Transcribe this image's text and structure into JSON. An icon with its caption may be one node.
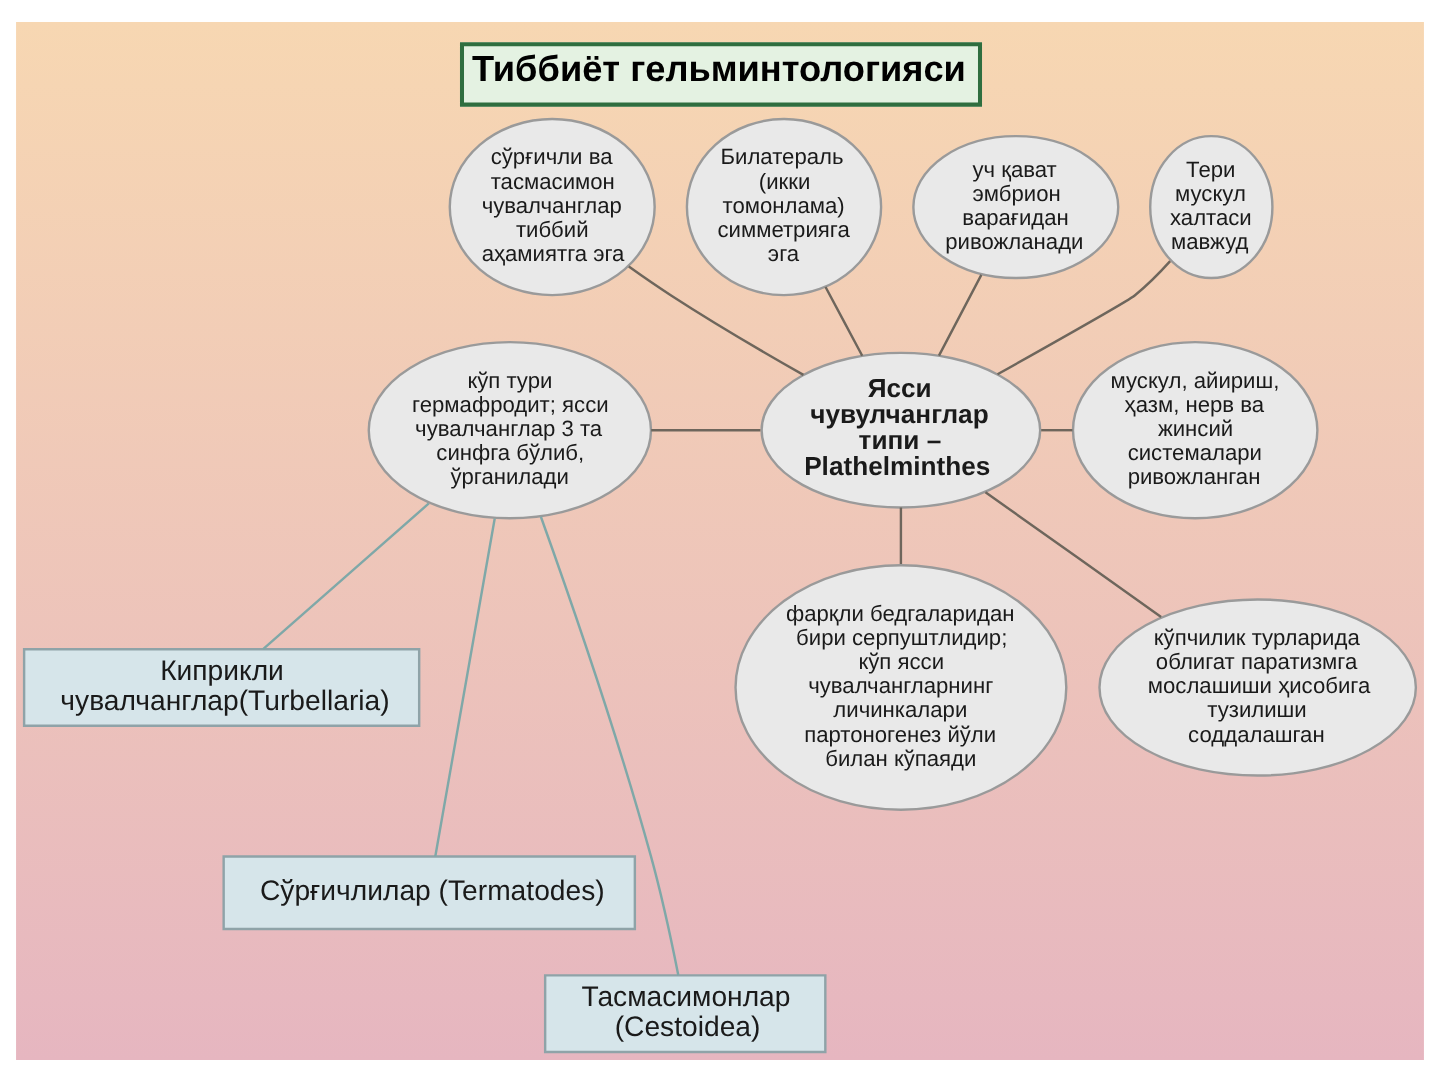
{
  "diagram": {
    "title": "Тиббиёт гельминтологияси",
    "nodes": [
      {
        "text": [
          "сўрғичли ва тасмасимон чувалчанглар тиббий аҳамиятга эга"
        ]
      },
      {
        "text": [
          "Билатераль (икки томонлама) симметрияга эга"
        ]
      },
      {
        "text": [
          "уч қават эмбрион варағидан ривожланади"
        ]
      },
      {
        "text": [
          "Тери мускул халтаси мавжуд"
        ]
      },
      {
        "text": [
          "кўп тури гермафродит; ясси чувалчанглар 3 та синфга бўлиб, ўрганилади"
        ]
      },
      {
        "text": [
          "Ясси чувулчанглар типи – Plathelminthes"
        ]
      },
      {
        "text": [
          "мускул, айириш, ҳазм, нерв ва жинсий системалари ривожланган"
        ]
      },
      {
        "text": [
          "Киприкли чувалчанглар(Turbellaria)"
        ]
      },
      {
        "text": [
          "Сўрғичлилар (Termatodes)"
        ]
      },
      {
        "text": [
          "кўпчилик турларида облигат паратизмга мослашиши ҳисобига тузилиши соддалашган"
        ]
      },
      {
        "text": [
          "фарқли бедгаларидан бири серпуштлидир; кўп ясси чувалчангларнинг личинкалари партоногенез йўли билан кўпаяди"
        ]
      },
      {
        "text": [
          "Тасмасимонлар (Cestoidea)"
        ]
      }
    ],
    "edges": [
      {
        "from": 0,
        "to": 5,
        "arrow": "none"
      },
      {
        "from": 1,
        "to": 5,
        "arrow": "none"
      },
      {
        "from": 2,
        "to": 5,
        "arrow": "none"
      },
      {
        "from": 3,
        "to": 5,
        "arrow": "none"
      },
      {
        "from": 4,
        "to": 5,
        "arrow": "none"
      },
      {
        "from": 5,
        "to": 6,
        "arrow": "none"
      },
      {
        "from": 5,
        "to": 9,
        "arrow": "none"
      },
      {
        "from": 5,
        "to": 10,
        "arrow": "none"
      },
      {
        "from": 4,
        "to": 7,
        "arrow": "none",
        "color": "#7fa8a8"
      },
      {
        "from": 4,
        "to": 8,
        "arrow": "none",
        "color": "#7fa8a8"
      },
      {
        "from": 4,
        "to": 11,
        "arrow": "none",
        "color": "#7fa8a8"
      }
    ]
  }
}
